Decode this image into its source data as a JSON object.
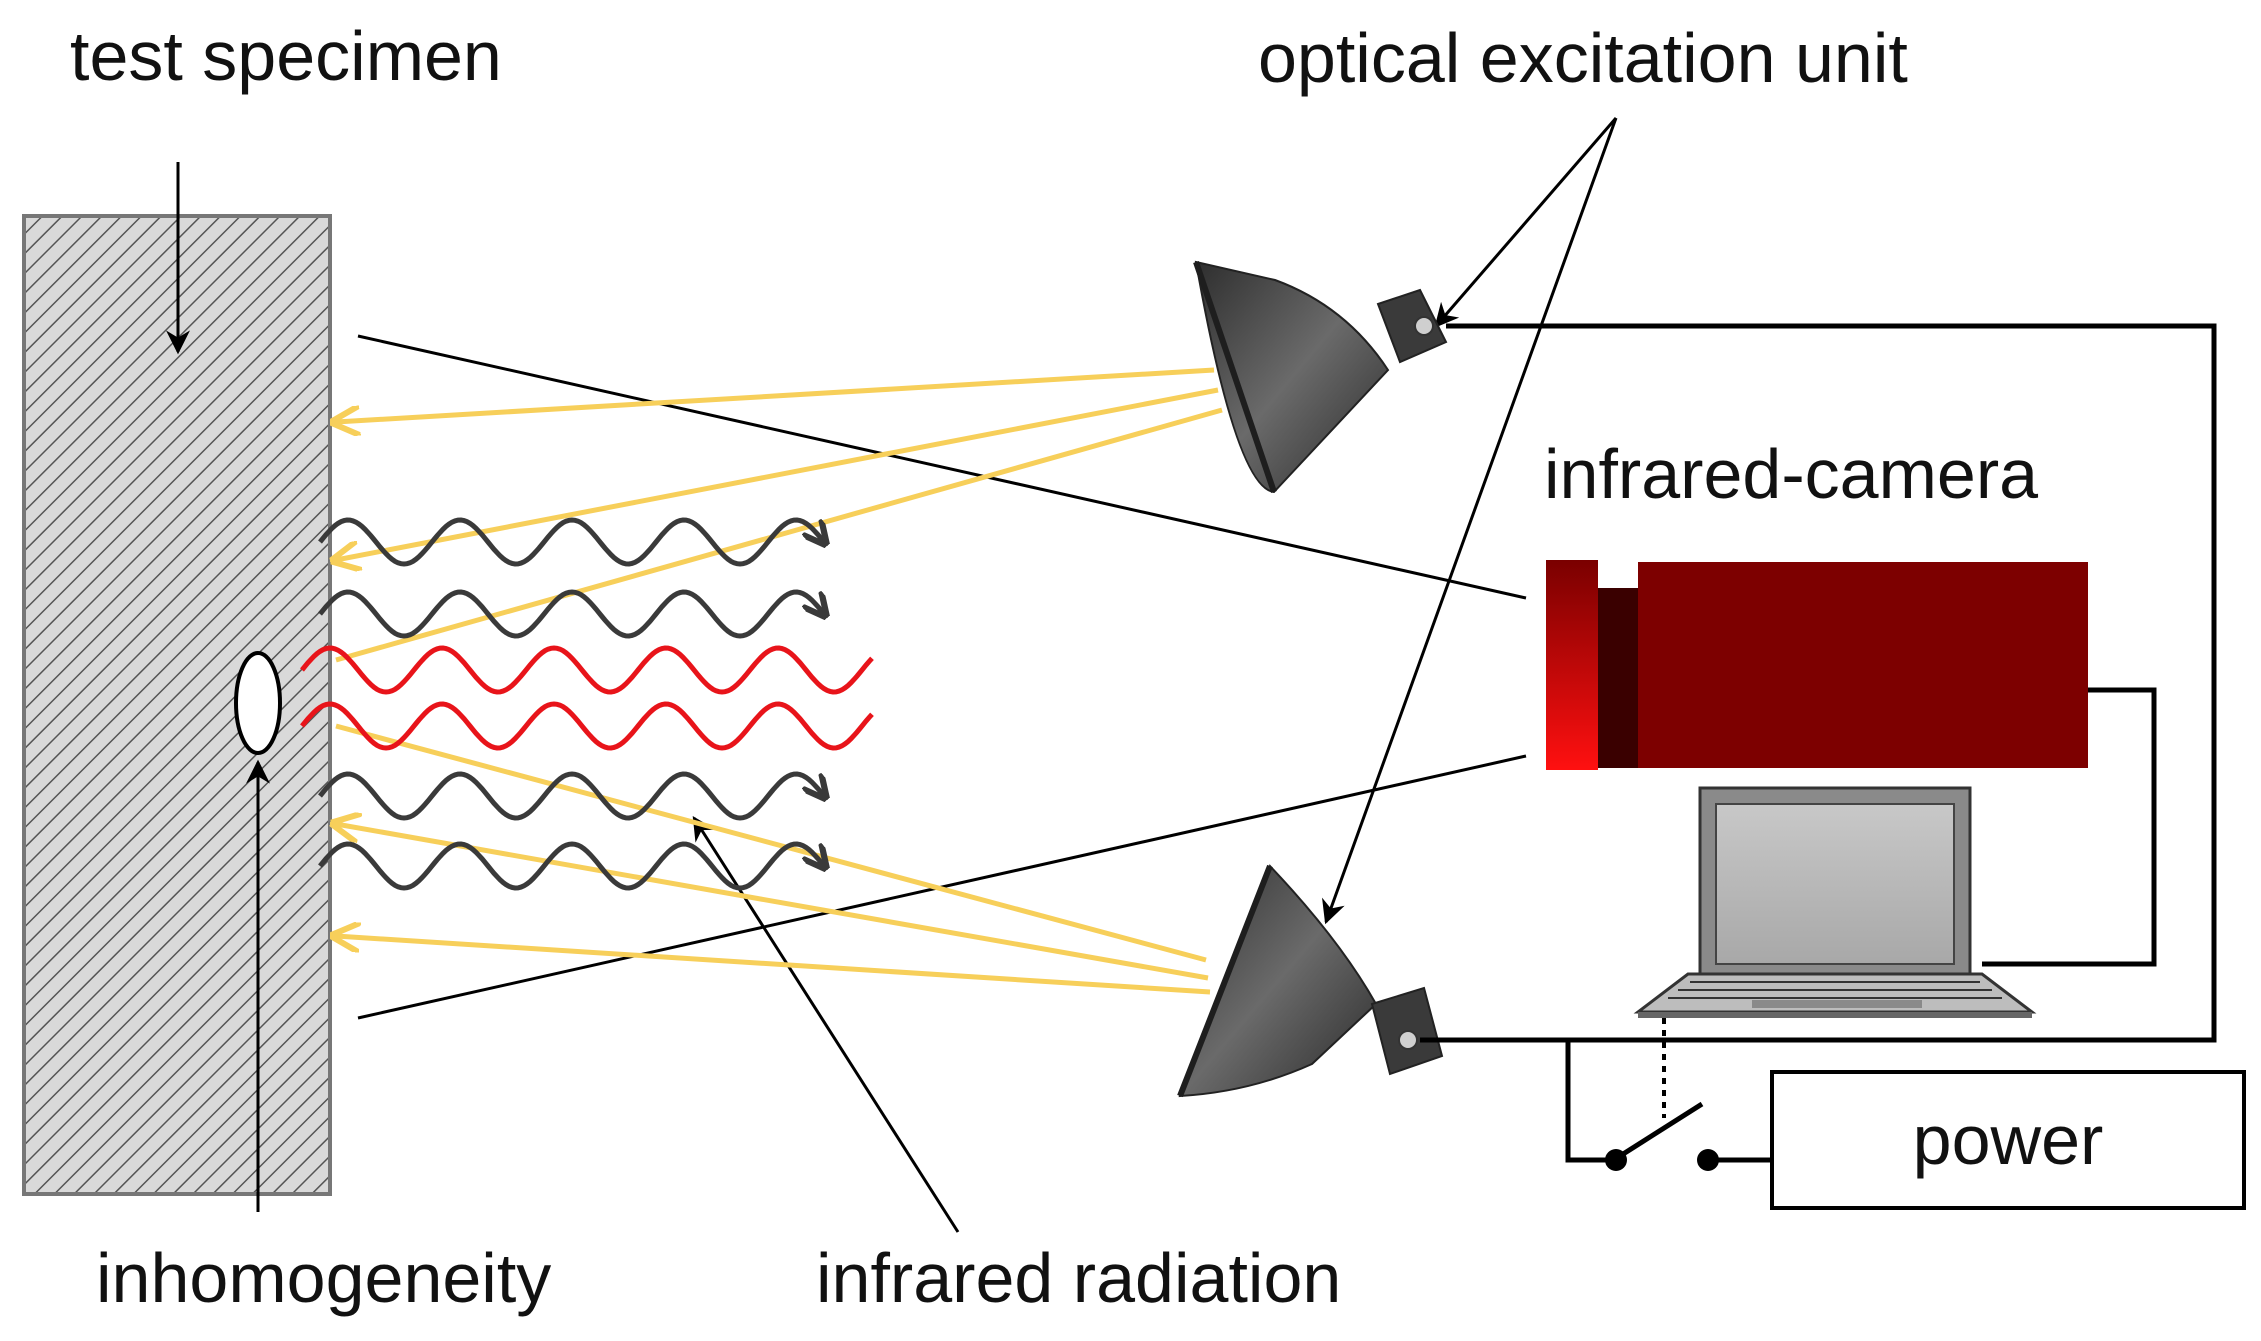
{
  "labels": {
    "test_specimen": "test specimen",
    "optical_excitation_unit": "optical excitation unit",
    "infrared_camera": "infrared-camera",
    "inhomogeneity": "inhomogeneity",
    "infrared_radiation": "infrared radiation",
    "power": "power"
  },
  "colors": {
    "specimen_fill": "#d9d9d9",
    "specimen_hatch": "#555555",
    "excitation_light": "#f7cf5a",
    "ir_wave_normal": "#3a3a3a",
    "ir_wave_defect": "#e8141a",
    "camera_body": "#7d0000",
    "lamp": "#4a4a4a",
    "wire": "#000000"
  }
}
